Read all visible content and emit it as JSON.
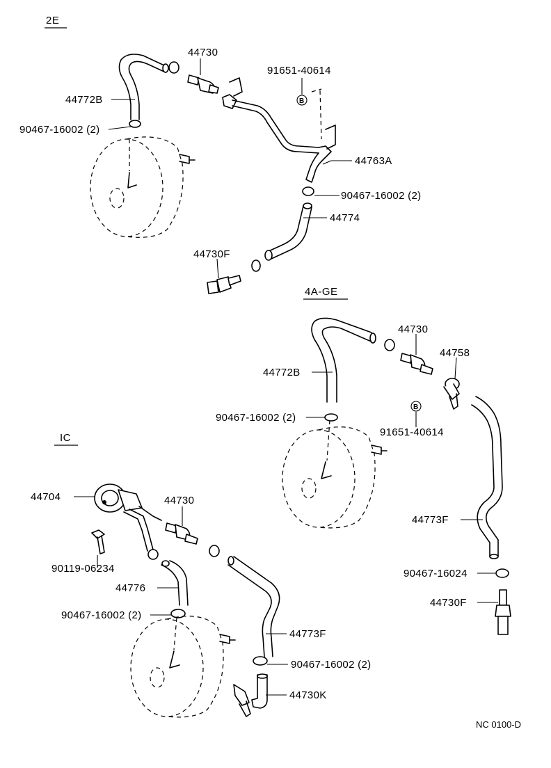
{
  "sections": {
    "s2e": "2E",
    "s4age": "4A-GE",
    "sic": "IC"
  },
  "labels": {
    "a_44730": "44730",
    "a_91651": "91651-40614",
    "a_44772B": "44772B",
    "a_90467_top": "90467-16002 (2)",
    "a_44763A": "44763A",
    "a_90467_mid": "90467-16002 (2)",
    "a_44774": "44774",
    "a_44730F": "44730F",
    "b_44730": "44730",
    "b_44758": "44758",
    "b_44772B": "44772B",
    "b_90467": "90467-16002 (2)",
    "b_91651": "91651-40614",
    "b_44773F": "44773F",
    "b_90467_16024": "90467-16024",
    "b_44730F": "44730F",
    "c_44704": "44704",
    "c_44730": "44730",
    "c_90119": "90119-06234",
    "c_44776": "44776",
    "c_90467_a": "90467-16002 (2)",
    "c_44773F": "44773F",
    "c_90467_b": "90467-16002 (2)",
    "c_44730K": "44730K"
  },
  "bolt_marker": "B",
  "footer": {
    "ref": "NC 0100-D"
  }
}
